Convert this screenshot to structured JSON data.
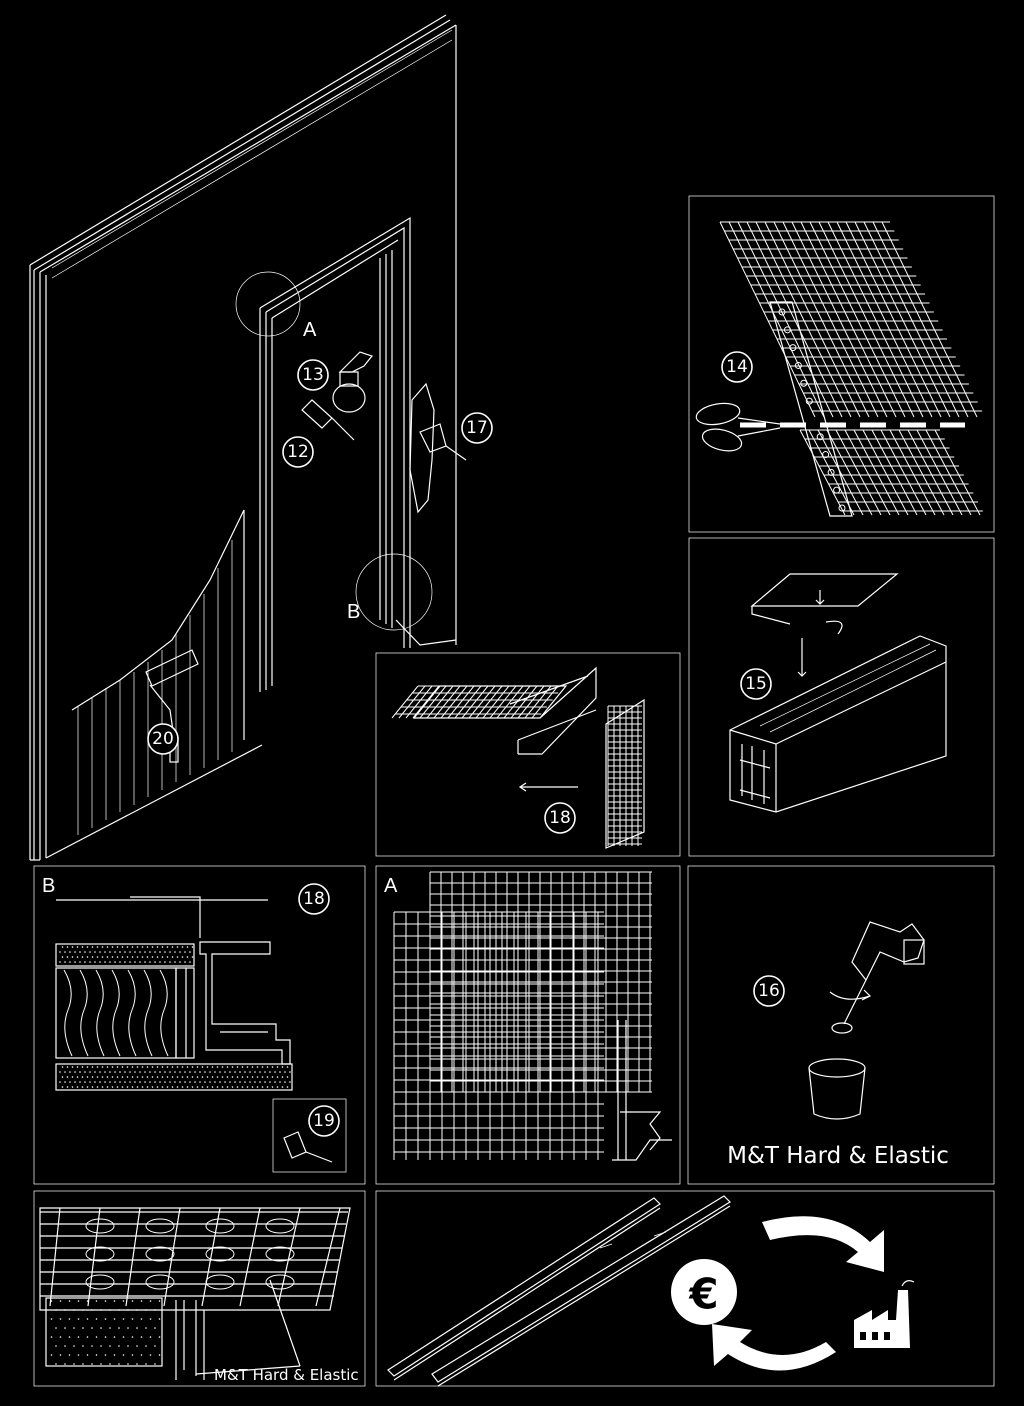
{
  "steps": {
    "s12": "12",
    "s13": "13",
    "s14": "14",
    "s15": "15",
    "s16": "16",
    "s17": "17",
    "s18": "18",
    "s19": "19",
    "s20": "20"
  },
  "detail_labels": {
    "a": "A",
    "b": "B"
  },
  "product": {
    "name": "M&T Hard & Elastic"
  },
  "icons": {
    "spray": "spray-bottle-icon",
    "brush": "brush-icon",
    "spatula": "spatula-icon",
    "roller": "paint-roller-icon",
    "scissors": "scissors-icon",
    "drill": "drill-mixer-icon",
    "bucket": "bucket-icon",
    "euro": "euro-icon",
    "factory": "factory-icon",
    "recycle": "recycle-arrow-icon"
  },
  "colors": {
    "background": "#000000",
    "line": "#ffffff"
  }
}
